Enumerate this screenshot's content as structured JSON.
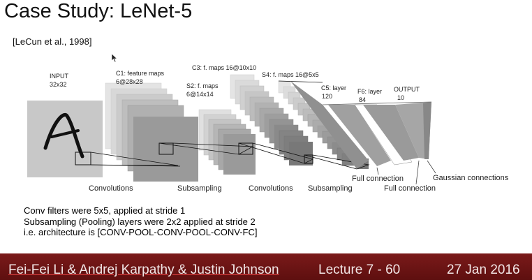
{
  "slide": {
    "title": "Case Study: LeNet-5",
    "citation": "[LeCun et al., 1998]"
  },
  "diagram": {
    "input_label": "INPUT",
    "input_size": "32x32",
    "c1_label": "C1: feature maps",
    "c1_size": "6@28x28",
    "s2_label": "S2: f. maps",
    "s2_size": "6@14x14",
    "c3_label": "C3: f. maps 16@10x10",
    "s4_label": "S4: f. maps 16@5x5",
    "c5_label": "C5: layer",
    "c5_size": "120",
    "f6_label": "F6: layer",
    "f6_size": "84",
    "output_label": "OUTPUT",
    "output_size": "10",
    "op_convolutions_1": "Convolutions",
    "op_subsampling_1": "Subsampling",
    "op_convolutions_2": "Convolutions",
    "op_subsampling_2": "Subsampling",
    "op_full_connection_1": "Full connection",
    "op_full_connection_2": "Full connection",
    "op_gaussian": "Gaussian connections"
  },
  "notes": [
    "Conv filters were 5x5, applied at stride 1",
    "Subsampling (Pooling) layers were 2x2 applied at stride 2",
    "i.e. architecture is [CONV-POOL-CONV-POOL-CONV-FC]"
  ],
  "footer": {
    "authors": "Fei-Fei Li & Andrej Karpathy & Justin Johnson",
    "lecture": "Lecture 7 - 60",
    "date": "27 Jan 2016",
    "background_color": "#6b1414"
  }
}
